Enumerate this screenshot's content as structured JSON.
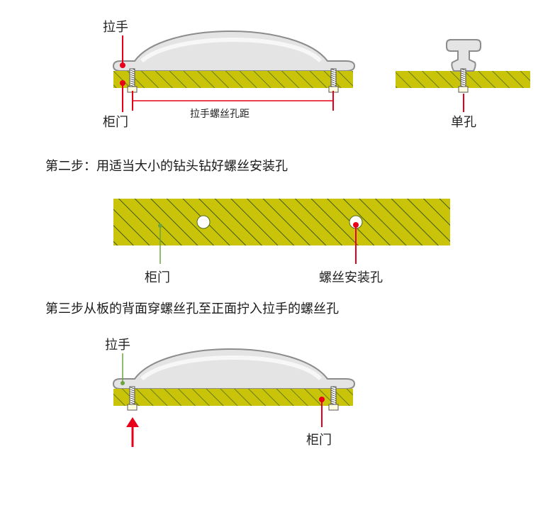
{
  "colors": {
    "board_fill": "#c9c40a",
    "hatch": "#4f6a1e",
    "handle_fill": "#e4e4e4",
    "handle_stroke": "#8c8c8c",
    "marker_red": "#e8001a",
    "leader_red": "#e8001a",
    "leader_green": "#6aa542",
    "screw_head": "#fffde0"
  },
  "diagram1": {
    "label_handle": "拉手",
    "label_door": "柜门",
    "label_spacing": "拉手螺丝孔距",
    "label_single": "单孔"
  },
  "step2": {
    "title": "第二步：用适当大小的钻头钻好螺丝安装孔",
    "label_door": "柜门",
    "label_hole": "螺丝安装孔"
  },
  "step3": {
    "title": "第三步从板的背面穿螺丝孔至正面拧入拉手的螺丝孔",
    "label_handle": "拉手",
    "label_door": "柜门"
  }
}
